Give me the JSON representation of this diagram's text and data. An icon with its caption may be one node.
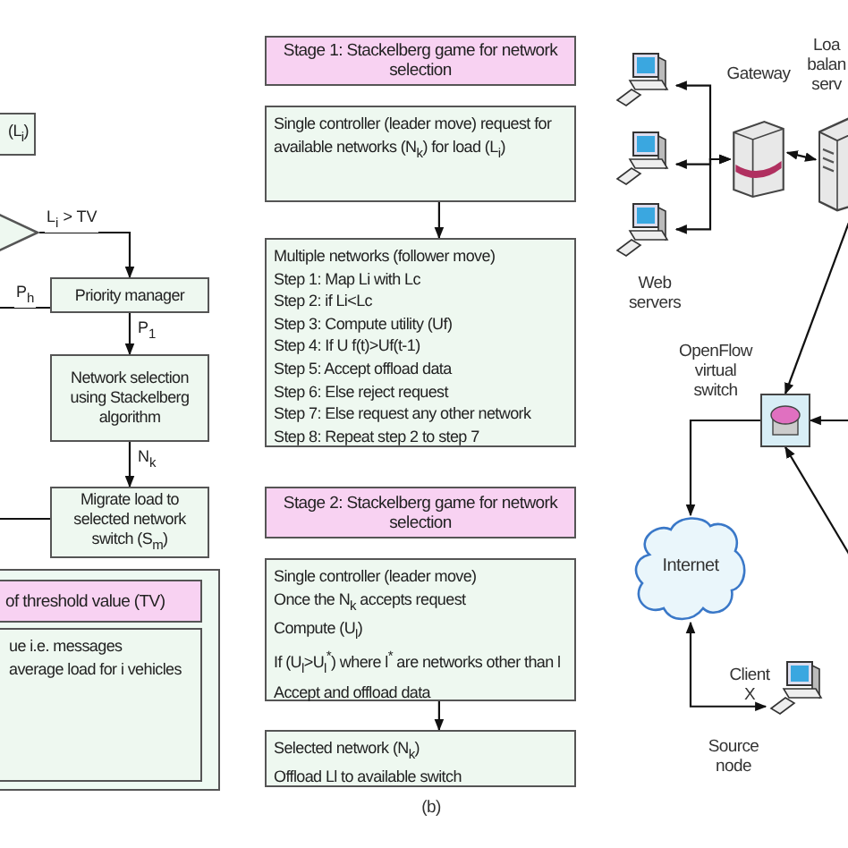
{
  "diagram": {
    "nodes": [
      {
        "text": [
          "(L$_{i}$)"
        ]
      },
      {
        "text": [],
        "shape": "diamond"
      },
      {
        "text": [
          "Priority manager"
        ]
      },
      {
        "text": [
          "Network selection using Stackelberg algorithm"
        ]
      },
      {
        "text": [
          "Migrate load to selected network switch (S$_{m}$)"
        ]
      },
      {
        "text": [],
        "shape": "box"
      },
      {
        "text": [
          "of threshold value (TV)"
        ],
        "in": 5
      },
      {
        "text": [
          "ue i.e. messages",
          "average load for i vehicles"
        ],
        "in": 5
      },
      {
        "text": [
          "Stage 1: Stackelberg game for network selection"
        ]
      },
      {
        "text": [
          "Single controller (leader move) request for available networks (N$_{k}$) for load (L$_{i}$)"
        ]
      },
      {
        "text": [
          "Multiple networks (follower move)",
          "Step 1: Map Li with Lc",
          "Step 2: if Li<Lc",
          "Step 3: Compute utility (Uf)",
          "Step 4: If U f(t)>Uf(t-1)",
          "Step 5: Accept offload data",
          "Step 6: Else reject request",
          "Step 7: Else request any other network",
          "Step 8: Repeat step 2 to step 7"
        ]
      },
      {
        "text": [
          "Stage 2: Stackelberg game for network selection"
        ]
      },
      {
        "text": [
          "Single controller (leader move)",
          "Once the N$_{k}$ accepts request",
          "Compute (U$_{l}$)",
          "If (U$_{l}$>U$_{l}$$^{*}$) where l$^{*}$ are networks other than l",
          "Accept and offload data"
        ]
      },
      {
        "text": [
          "Selected network (N$_{k}$)",
          "Offload Ll to available switch"
        ]
      },
      {
        "text": [],
        "shape": "picture"
      },
      {
        "text": [],
        "shape": "picture"
      },
      {
        "text": [],
        "shape": "picture"
      },
      {
        "text": [
          "Gateway"
        ]
      },
      {
        "text": [
          "Loa balan serv"
        ]
      },
      {
        "text": [
          "OpenFlow virtual switch"
        ]
      },
      {
        "text": [
          "Internet"
        ]
      },
      {
        "text": [
          "Client X"
        ],
        "beside": [
          "Source node"
        ]
      }
    ],
    "edges": [
      {
        "from": 1,
        "to": 2,
        "arrow": "to",
        "label": "L$_{i}$ > TV"
      },
      {
        "from": 2,
        "to": null,
        "arrow": "none",
        "label": "P$_{h}$"
      },
      {
        "from": 2,
        "to": 3,
        "arrow": "to",
        "label": "P$_{1}$"
      },
      {
        "from": 3,
        "to": 4,
        "arrow": "to",
        "label": "N$_{k}$"
      },
      {
        "from": 4,
        "to": null,
        "arrow": "none"
      },
      {
        "from": 9,
        "to": 10,
        "arrow": "to"
      },
      {
        "from": 12,
        "to": 13,
        "arrow": "to"
      },
      {
        "from": 17,
        "to": 14,
        "arrow": "both"
      },
      {
        "from": 17,
        "to": 15,
        "arrow": "both"
      },
      {
        "from": 17,
        "to": 16,
        "arrow": "both"
      },
      {
        "from": 17,
        "to": 18,
        "arrow": "both"
      },
      {
        "from": 18,
        "to": 19,
        "arrow": "to"
      },
      {
        "from": null,
        "to": 19,
        "arrow": "to"
      },
      {
        "from": null,
        "to": 19,
        "arrow": "to"
      },
      {
        "from": 19,
        "to": 20,
        "arrow": "to"
      },
      {
        "from": 20,
        "to": 21,
        "arrow": "both"
      }
    ],
    "labels": [
      "Web servers",
      "(b)"
    ]
  }
}
